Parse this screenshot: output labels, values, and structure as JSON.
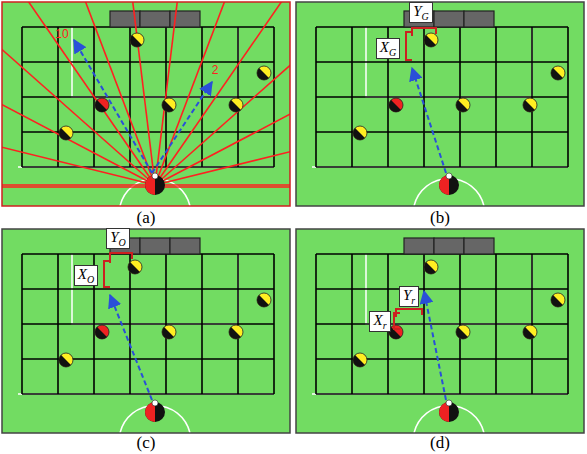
{
  "diagram": {
    "nodes": [
      {
        "text": [
          "YG"
        ]
      },
      {
        "text": [
          "XG"
        ]
      },
      {
        "text": [
          "YO"
        ]
      },
      {
        "text": [
          "XO"
        ]
      },
      {
        "text": [
          "Yr"
        ]
      },
      {
        "text": [
          "Xr"
        ]
      }
    ],
    "labels": [
      "10",
      "2",
      "(a)",
      "(b)",
      "(c)",
      "(d)"
    ]
  }
}
